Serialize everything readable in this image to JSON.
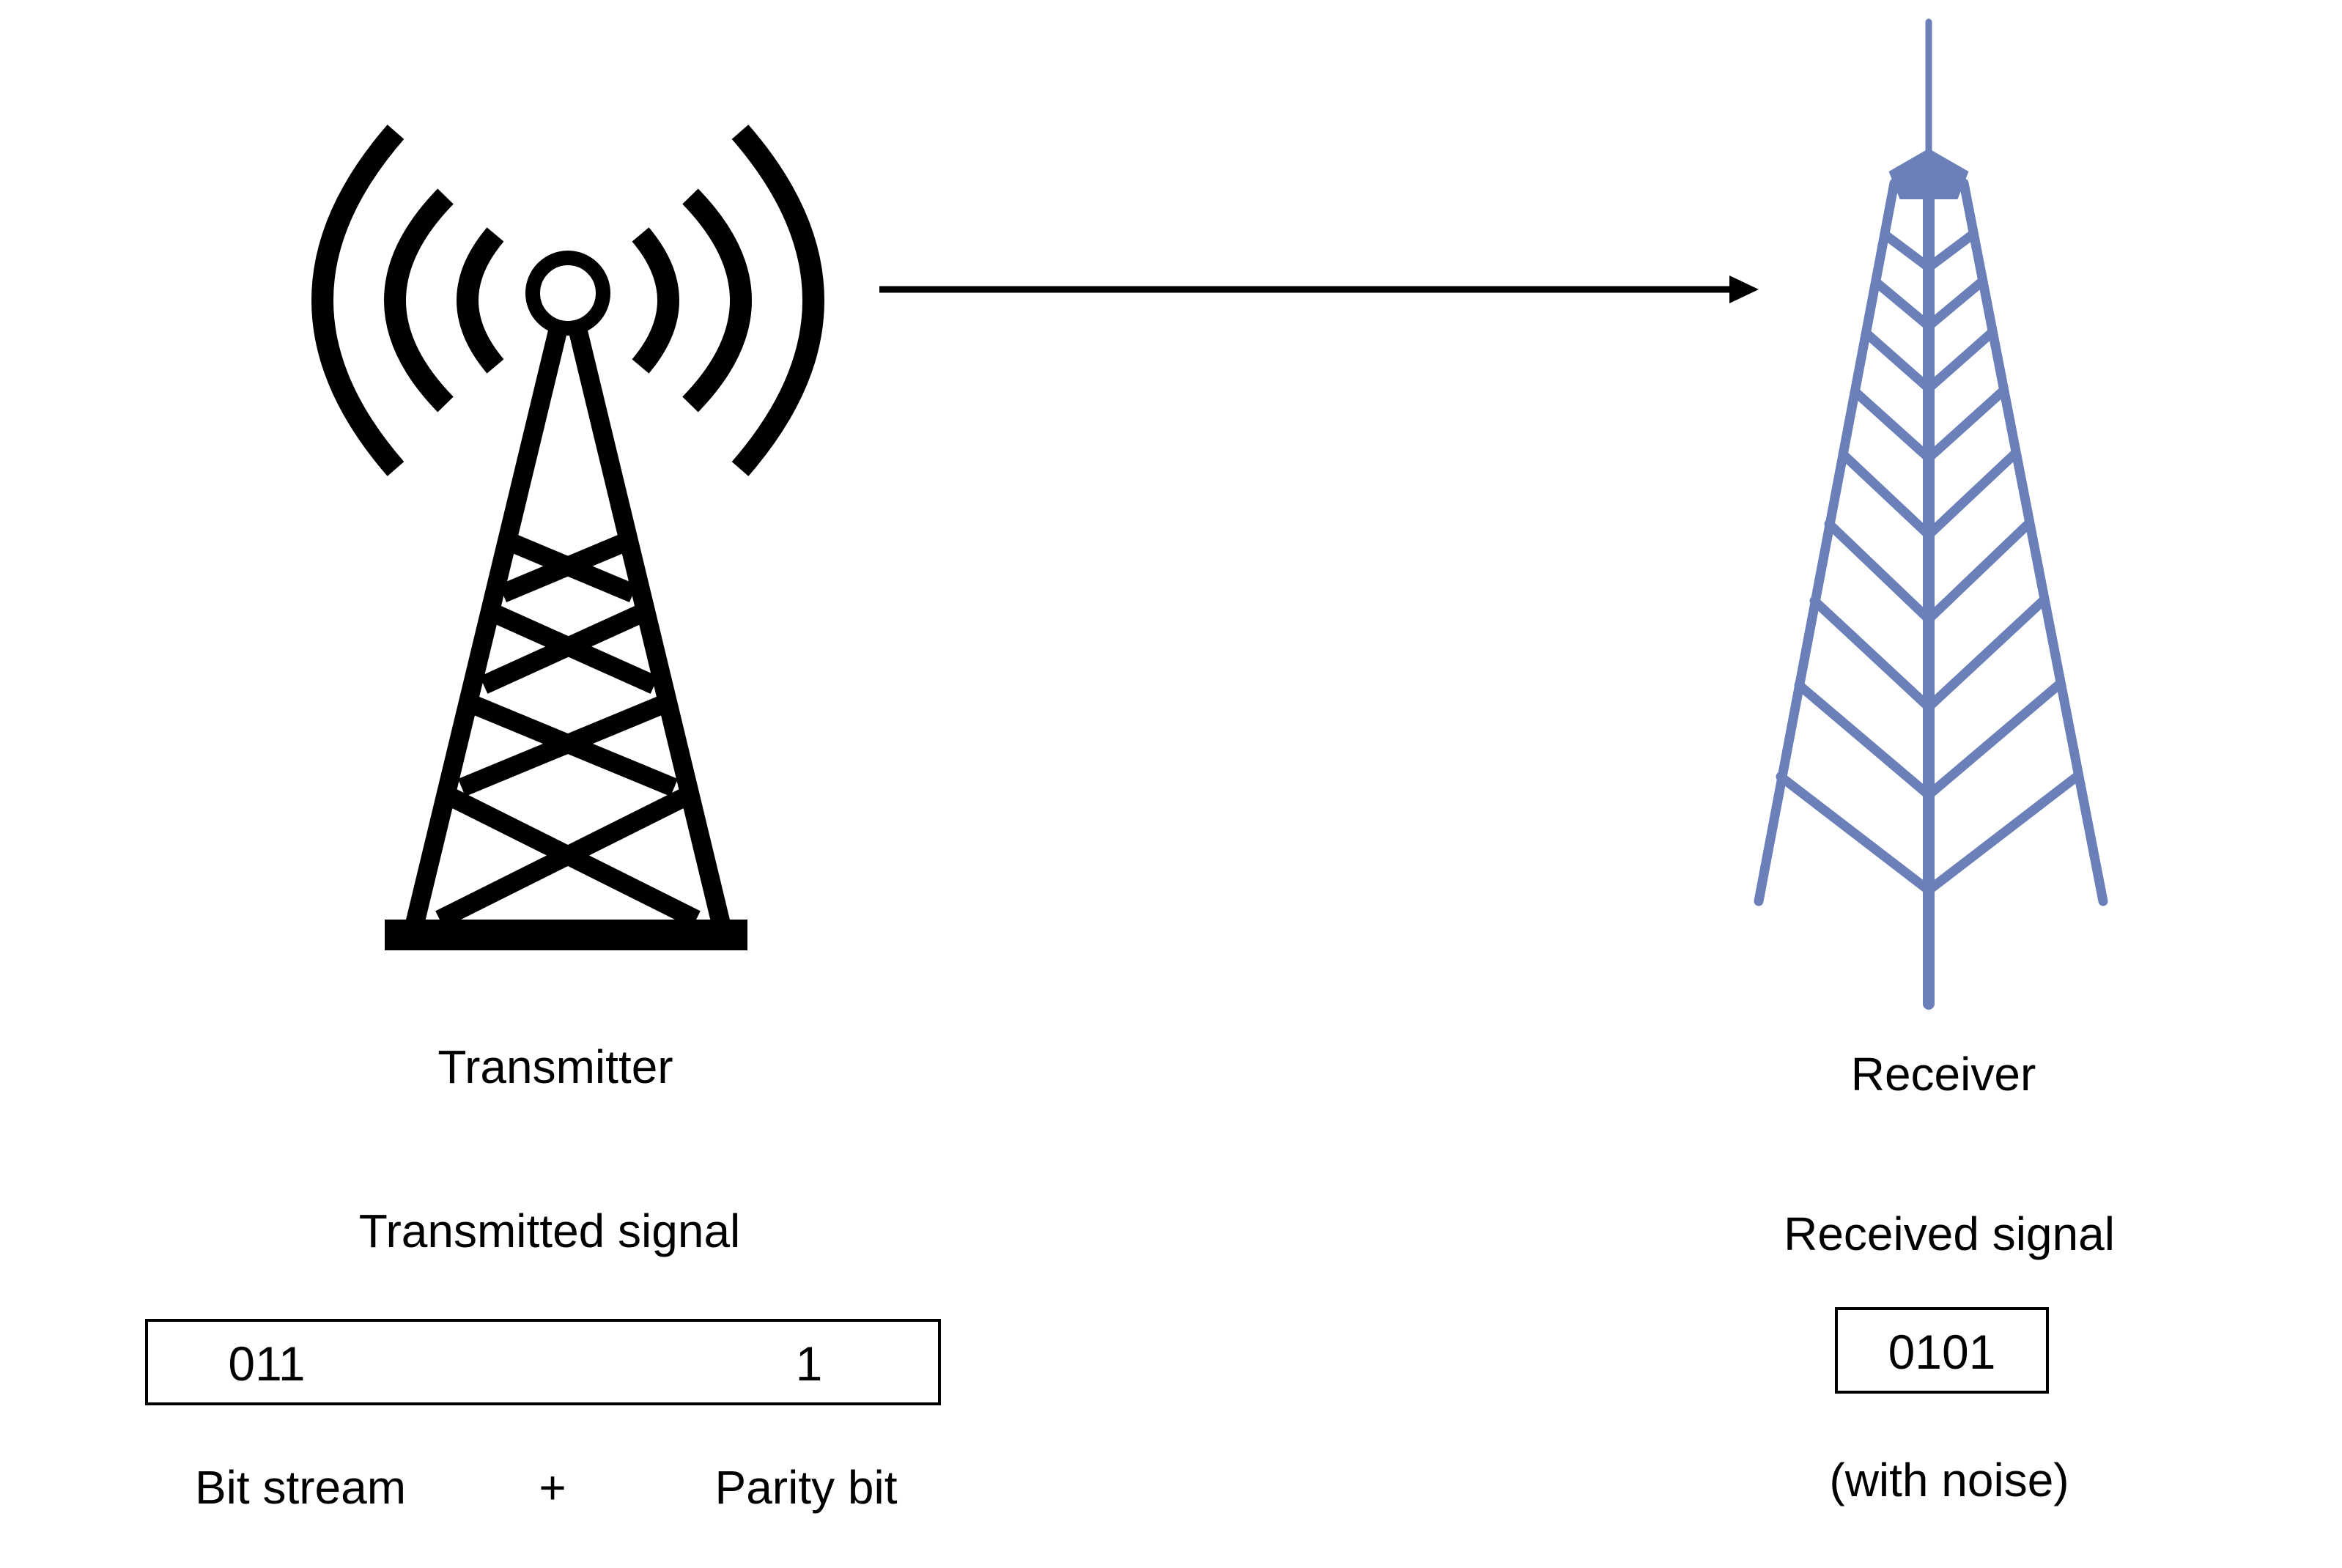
{
  "transmitter": {
    "label": "Transmitter",
    "signal_title": "Transmitted signal",
    "bits": "011",
    "parity": "1",
    "bit_stream_label": "Bit stream",
    "plus": "+",
    "parity_label": "Parity bit",
    "icon": "radio-tower-icon",
    "color": "#000000"
  },
  "receiver": {
    "label": "Receiver",
    "signal_title": "Received signal",
    "value": "0101",
    "note": "(with noise)",
    "icon": "receiver-tower-icon",
    "color": "#6b7fb8"
  }
}
